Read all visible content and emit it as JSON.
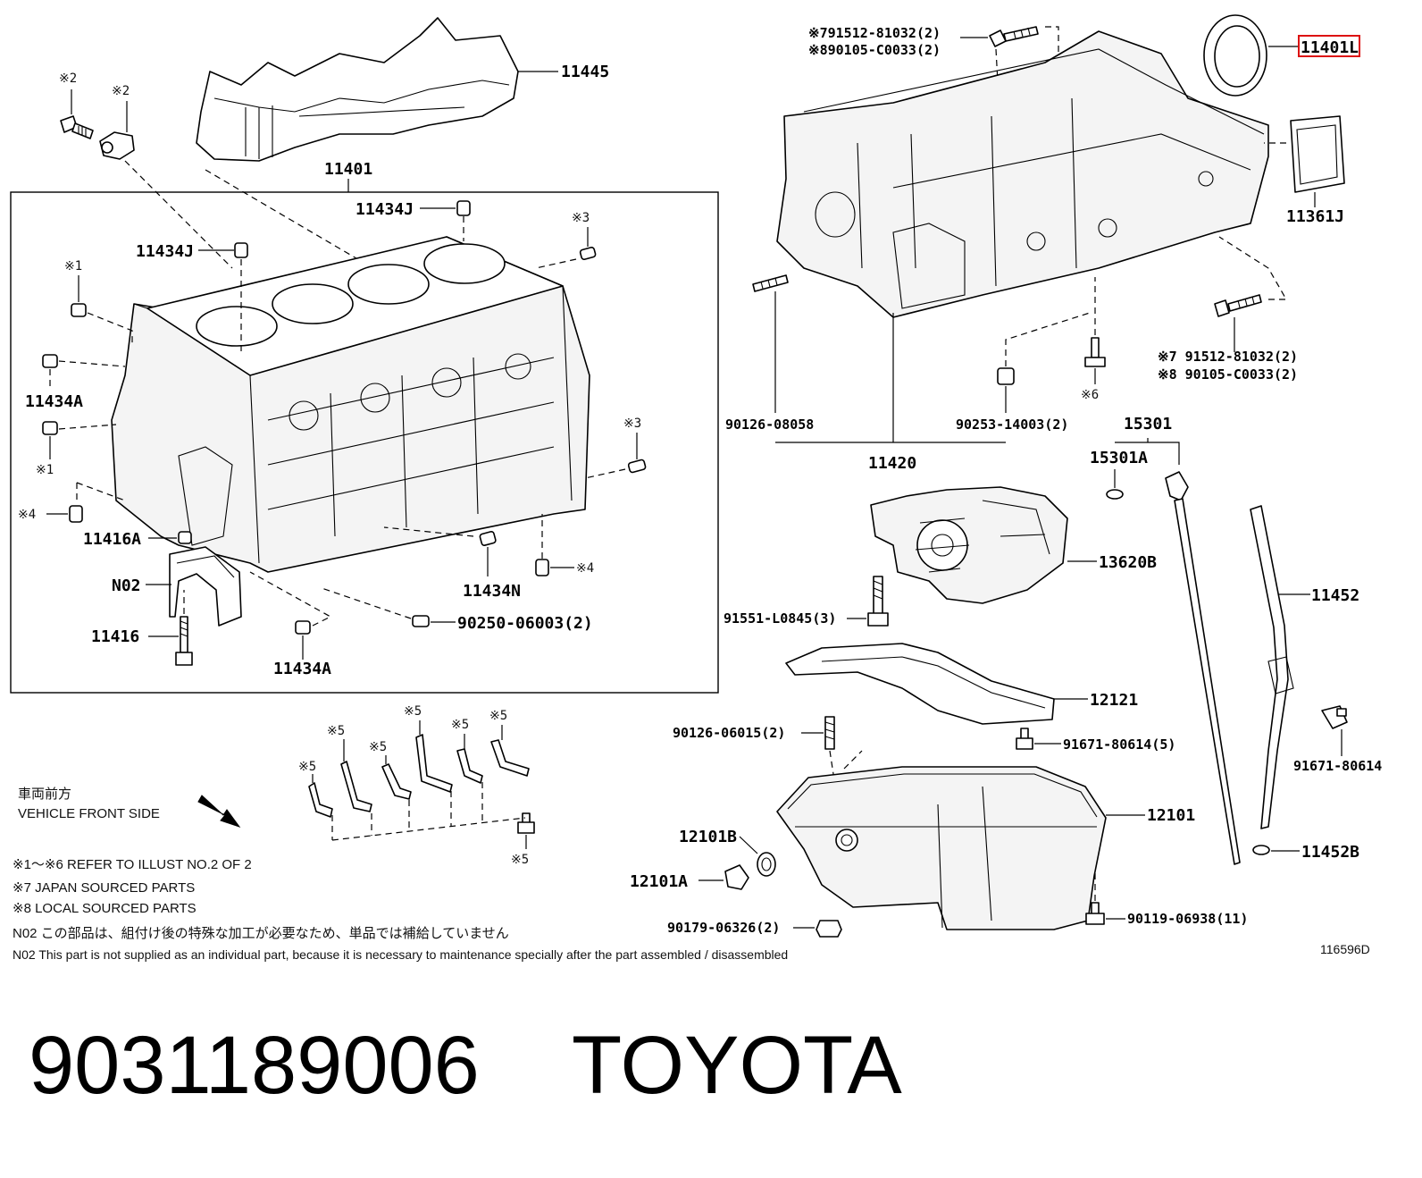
{
  "labels": {
    "p11445": "11445",
    "p11401": "11401",
    "p11434J_a": "11434J",
    "p11434J_b": "11434J",
    "mark2_a": "※2",
    "mark2_b": "※2",
    "mark3_a": "※3",
    "mark3_b": "※3",
    "mark1_a": "※1",
    "mark1_b": "※1",
    "mark4_a": "※4",
    "mark4_b": "※4",
    "p11434A_a": "11434A",
    "p11434A_b": "11434A",
    "p11416A": "11416A",
    "p11434N": "11434N",
    "pN02": "N02",
    "p11416": "11416",
    "p90250": "90250-06003(2)",
    "bolt_top_a1": "※791512-81032(2)",
    "bolt_top_a2": "※890105-C0033(2)",
    "p11401L": "11401L",
    "p11361J": "11361J",
    "bolt_bot_1": "※7 91512-81032(2)",
    "bolt_bot_2": "※8 90105-C0033(2)",
    "mark6": "※6",
    "p90126_08058": "90126-08058",
    "p90253": "90253-14003(2)",
    "p11420": "11420",
    "p15301": "15301",
    "p15301A": "15301A",
    "p13620B": "13620B",
    "p91551": "91551-L0845(3)",
    "p11452": "11452",
    "p12121": "12121",
    "p90126_06015": "90126-06015(2)",
    "p91671_5": "91671-80614(5)",
    "p91671": "91671-80614",
    "p12101B": "12101B",
    "p12101": "12101",
    "p12101A": "12101A",
    "p11452B": "11452B",
    "p90179": "90179-06326(2)",
    "p90119": "90119-06938(11)",
    "mark5_1": "※5",
    "mark5_2": "※5",
    "mark5_3": "※5",
    "mark5_4": "※5",
    "mark5_5": "※5",
    "mark5_6": "※5",
    "mark5_7": "※5"
  },
  "notes": {
    "front_jp": "車両前方",
    "front_en": "VEHICLE FRONT SIDE",
    "ref1": "※1～※6  REFER TO ILLUST NO.2 OF 2",
    "ref7": "※7 JAPAN SOURCED PARTS",
    "ref8": "※8 LOCAL SOURCED PARTS",
    "n02_jp": "N02  この部品は、組付け後の特殊な加工が必要なため、単品では補給していません",
    "n02_en": "N02  This part is not supplied as an individual part, because it is necessary to maintenance specially after the part assembled / disassembled",
    "illust_no": "116596D"
  },
  "footer": {
    "part_number": "9031189006",
    "brand": "TOYOTA"
  },
  "colors": {
    "line": "#000000",
    "highlight": "#dd1111"
  }
}
